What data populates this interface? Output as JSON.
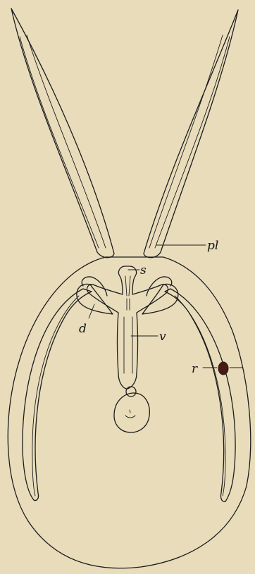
{
  "background_color": "#e8dcbb",
  "ink_color": "#1c1c1c",
  "spot_color": "#4a1a12",
  "labels": {
    "pl": "pl",
    "s": "s",
    "d": "d",
    "v": "v",
    "r": "r"
  }
}
